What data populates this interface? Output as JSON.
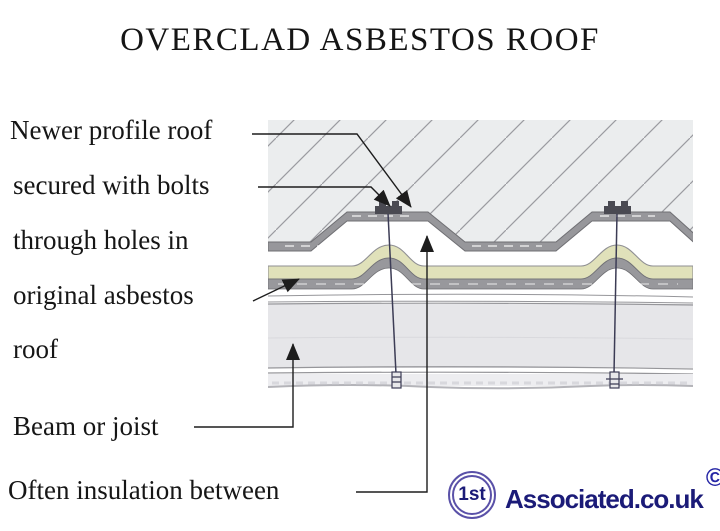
{
  "title": "OVERCLAD ASBESTOS ROOF",
  "labels": [
    "Newer profile roof",
    "secured with bolts",
    "through holes in",
    "original asbestos",
    "roof",
    "Beam or joist",
    "Often insulation between"
  ],
  "logo": {
    "badge": "1st",
    "name": "Associated.co.uk",
    "copyright": "©"
  },
  "colors": {
    "ink": "#1d1d1d",
    "sky-fill": "#ebedee",
    "hatch-line": "#9b9ba0",
    "sheet-gray": "#97979b",
    "sheet-edge": "#6f6f73",
    "asbestos-khaki": "#e0e1ba",
    "asbestos-edge": "#8f8f93",
    "underside-gray": "#98989c",
    "beam-gray": "#e6e6e9",
    "sketch-line": "#96969a",
    "bolt-dark": "#4a4a52",
    "rod-dark": "#3c3c55",
    "logo-purple": "#5a51a8",
    "logo-navy": "#1b1b78",
    "copyright-blue": "#2525a5"
  }
}
